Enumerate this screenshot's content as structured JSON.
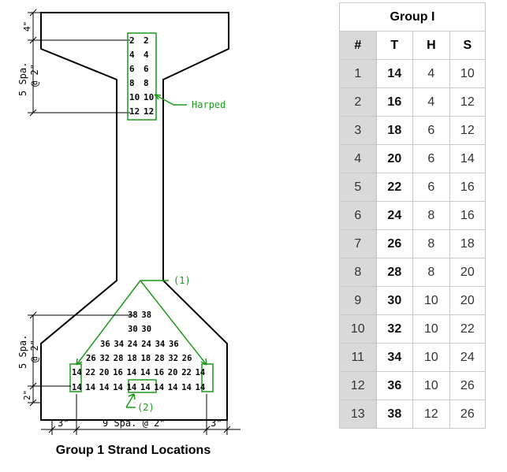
{
  "diagram": {
    "top_dim": "4\"",
    "harp_spacing": [
      "5 Spa.",
      "@ 2\""
    ],
    "bottom_spacing": [
      "5 Spa.",
      "@ 2\""
    ],
    "bottom_dim": "2\"",
    "side_left": "3\"",
    "side_right": "3\"",
    "bottom_span": "9 Spa. @ 2\"",
    "label_harped": "Harped",
    "label_1": "(1)",
    "label_2": "(2)",
    "harped_rows": [
      [
        "2",
        "2"
      ],
      [
        "4",
        "4"
      ],
      [
        "6",
        "6"
      ],
      [
        "8",
        "8"
      ],
      [
        "10",
        "10"
      ],
      [
        "12",
        "12"
      ]
    ],
    "bottom_rows": [
      [
        "38",
        "38"
      ],
      [
        "30",
        "30"
      ],
      [
        "36",
        "34",
        "24",
        "24",
        "34",
        "36"
      ],
      [
        "26",
        "32",
        "28",
        "18",
        "18",
        "28",
        "32",
        "26"
      ],
      [
        "14",
        "22",
        "20",
        "16",
        "14",
        "14",
        "16",
        "20",
        "22",
        "14"
      ],
      [
        "14",
        "14",
        "14",
        "14",
        "14",
        "14",
        "14",
        "14",
        "14",
        "14"
      ]
    ],
    "caption": "Group 1 Strand Locations"
  },
  "table": {
    "title": "Group I",
    "headers": [
      "#",
      "T",
      "H",
      "S"
    ],
    "rows": [
      [
        "1",
        "14",
        "4",
        "10"
      ],
      [
        "2",
        "16",
        "4",
        "12"
      ],
      [
        "3",
        "18",
        "6",
        "12"
      ],
      [
        "4",
        "20",
        "6",
        "14"
      ],
      [
        "5",
        "22",
        "6",
        "16"
      ],
      [
        "6",
        "24",
        "8",
        "16"
      ],
      [
        "7",
        "26",
        "8",
        "18"
      ],
      [
        "8",
        "28",
        "8",
        "20"
      ],
      [
        "9",
        "30",
        "10",
        "20"
      ],
      [
        "10",
        "32",
        "10",
        "22"
      ],
      [
        "11",
        "34",
        "10",
        "24"
      ],
      [
        "12",
        "36",
        "10",
        "26"
      ],
      [
        "13",
        "38",
        "12",
        "26"
      ]
    ]
  },
  "colors": {
    "green": "#1a9a1a",
    "outline": "#000000",
    "header_bg": "#d9d9d9"
  }
}
